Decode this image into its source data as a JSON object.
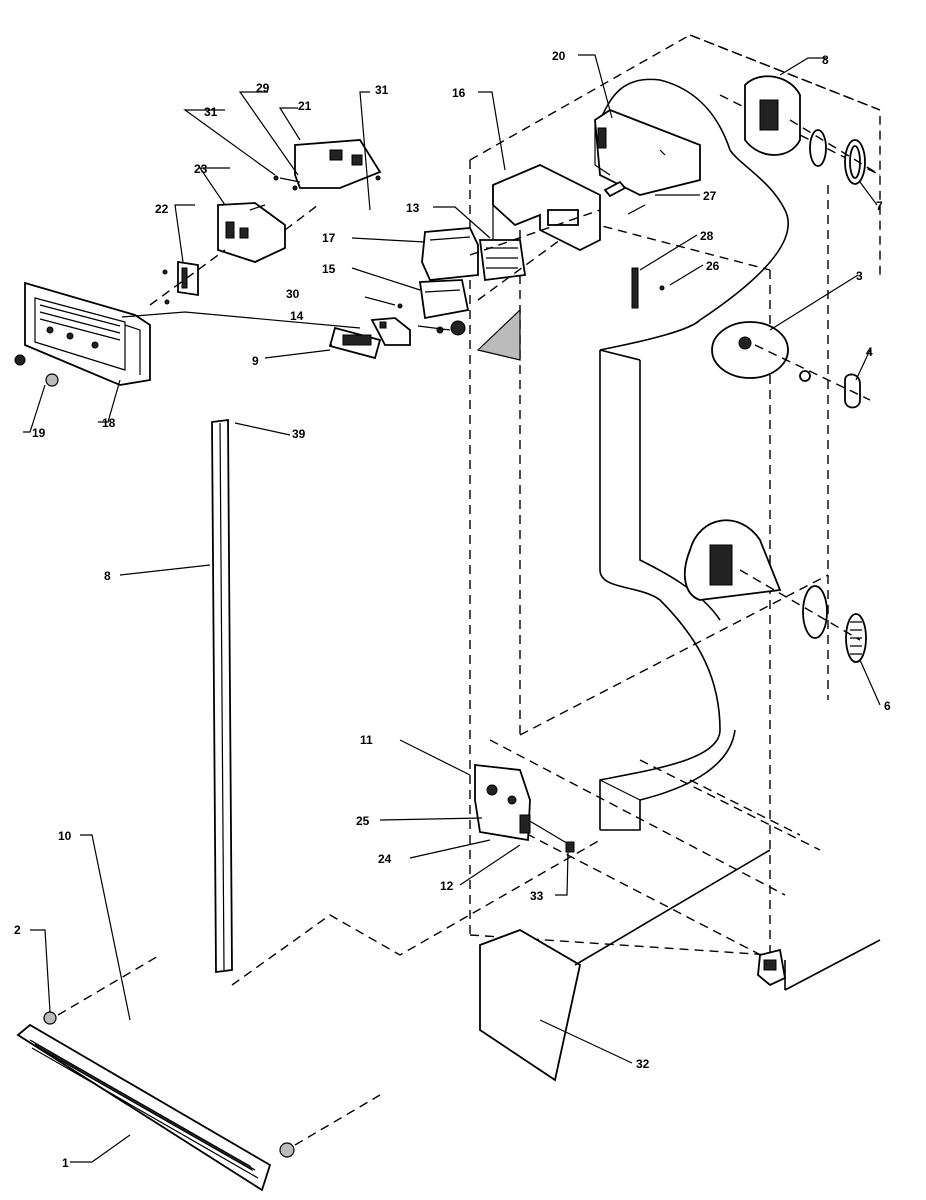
{
  "labels": {
    "l1": "1",
    "l2": "2",
    "l3": "3",
    "l4": "4",
    "l6": "6",
    "l7": "7",
    "l8a": "8",
    "l8b": "8",
    "l9": "9",
    "l10": "10",
    "l11": "11",
    "l12": "12",
    "l13": "13",
    "l14": "14",
    "l15": "15",
    "l16": "16",
    "l17": "17",
    "l18": "18",
    "l19": "19",
    "l20": "20",
    "l21": "21",
    "l22": "22",
    "l23": "23",
    "l24": "24",
    "l25": "25",
    "l26": "26",
    "l27": "27",
    "l28": "28",
    "l29": "29",
    "l30": "30",
    "l31a": "31",
    "l31b": "31",
    "l32": "32",
    "l33": "33",
    "l39": "39"
  }
}
